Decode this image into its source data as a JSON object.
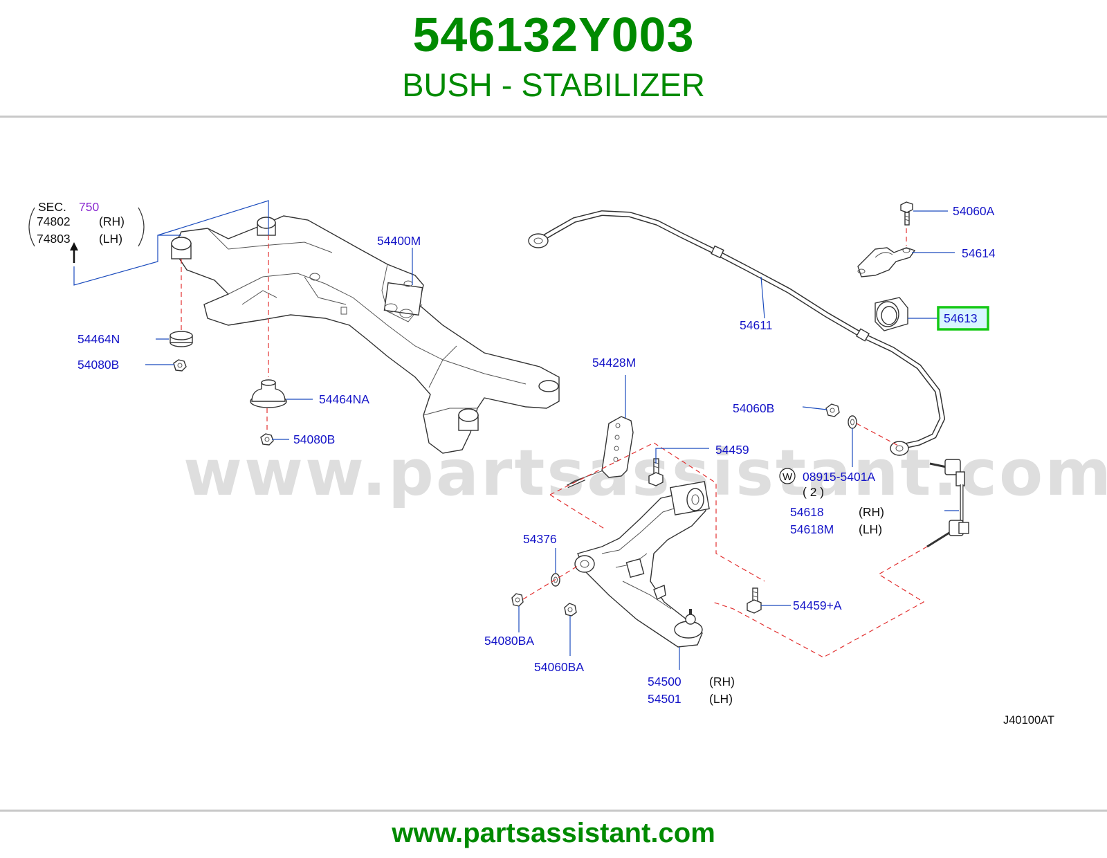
{
  "header": {
    "part_number": "546132Y003",
    "part_name": "BUSH - STABILIZER"
  },
  "footer": {
    "url": "www.partsassistant.com"
  },
  "diagram": {
    "watermark": "www.partsassistant.com",
    "diagram_code": "J40100AT",
    "highlighted_part": "54613",
    "section_ref": {
      "sec_label": "SEC.",
      "sec_number": "750",
      "rh_number": "74802",
      "rh_side": "(RH)",
      "lh_number": "74803",
      "lh_side": "(LH)"
    },
    "callouts": {
      "p54400M": "54400M",
      "p54464N": "54464N",
      "p54080B_1": "54080B",
      "p54464NA": "54464NA",
      "p54080B_2": "54080B",
      "p54611": "54611",
      "p54060A": "54060A",
      "p54614": "54614",
      "p54613": "54613",
      "p54428M": "54428M",
      "p54060B": "54060B",
      "p54459": "54459",
      "p08915": "08915-5401A",
      "p08915_qty": "( 2 )",
      "washer_mark": "W",
      "p54618": "54618",
      "p54618_side": "(RH)",
      "p54618M": "54618M",
      "p54618M_side": "(LH)",
      "p54376": "54376",
      "p54459A": "54459+A",
      "p54080BA": "54080BA",
      "p54060BA": "54060BA",
      "p54500": "54500",
      "p54500_side": "(RH)",
      "p54501": "54501",
      "p54501_side": "(LH)"
    }
  }
}
